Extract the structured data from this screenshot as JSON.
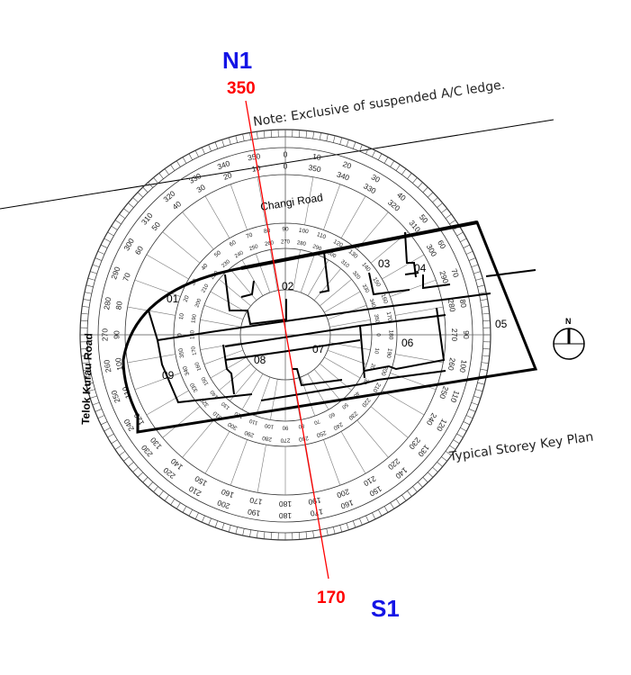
{
  "markers": {
    "north_label": "N1",
    "north_bearing": "350",
    "south_label": "S1",
    "south_bearing": "170",
    "label_color": "#1414e6",
    "bearing_color": "#ff0000"
  },
  "notes": {
    "note": "Note: Exclusive of suspended A/C ledge.",
    "title": "Typical Storey Key Plan"
  },
  "roads": {
    "top": "Changi Road",
    "left": "Telok Kurau Road"
  },
  "north_arrow_label": "N",
  "units": [
    "01",
    "02",
    "03",
    "04",
    "05",
    "06",
    "07",
    "08",
    "09"
  ],
  "outer_protractor": {
    "outer_row": [
      "0",
      "10",
      "20",
      "30",
      "40",
      "50",
      "60",
      "70",
      "80",
      "90",
      "100",
      "110",
      "120",
      "130",
      "140",
      "150",
      "160",
      "170",
      "180",
      "190",
      "200",
      "210",
      "220",
      "230",
      "240",
      "250",
      "260",
      "270",
      "280",
      "290",
      "300",
      "310",
      "320",
      "330",
      "340",
      "350"
    ],
    "inner_row": [
      "0",
      "350",
      "340",
      "330",
      "320",
      "310",
      "300",
      "290",
      "280",
      "270",
      "260",
      "250",
      "240",
      "230",
      "220",
      "210",
      "200",
      "190",
      "180",
      "170",
      "160",
      "150",
      "140",
      "130",
      "120",
      "110",
      "100",
      "90",
      "80",
      "70",
      "60",
      "50",
      "40",
      "30",
      "20",
      "10"
    ]
  },
  "inner_protractor": {
    "outer_row": [
      "90",
      "100",
      "110",
      "120",
      "130",
      "140",
      "150",
      "160",
      "170",
      "180",
      "190",
      "200",
      "210",
      "220",
      "230",
      "240",
      "250",
      "260",
      "270",
      "280",
      "290",
      "300",
      "310",
      "320",
      "330",
      "340",
      "350",
      "0",
      "10",
      "20",
      "30",
      "40",
      "50",
      "60",
      "70",
      "80"
    ],
    "inner_row": [
      "270",
      "280",
      "290",
      "300",
      "310",
      "320",
      "330",
      "340",
      "350",
      "0",
      "10",
      "20",
      "30",
      "40",
      "50",
      "60",
      "70",
      "80",
      "90",
      "100",
      "110",
      "120",
      "130",
      "140",
      "150",
      "160",
      "170",
      "180",
      "190",
      "200",
      "210",
      "220",
      "230",
      "240",
      "250",
      "260"
    ]
  }
}
